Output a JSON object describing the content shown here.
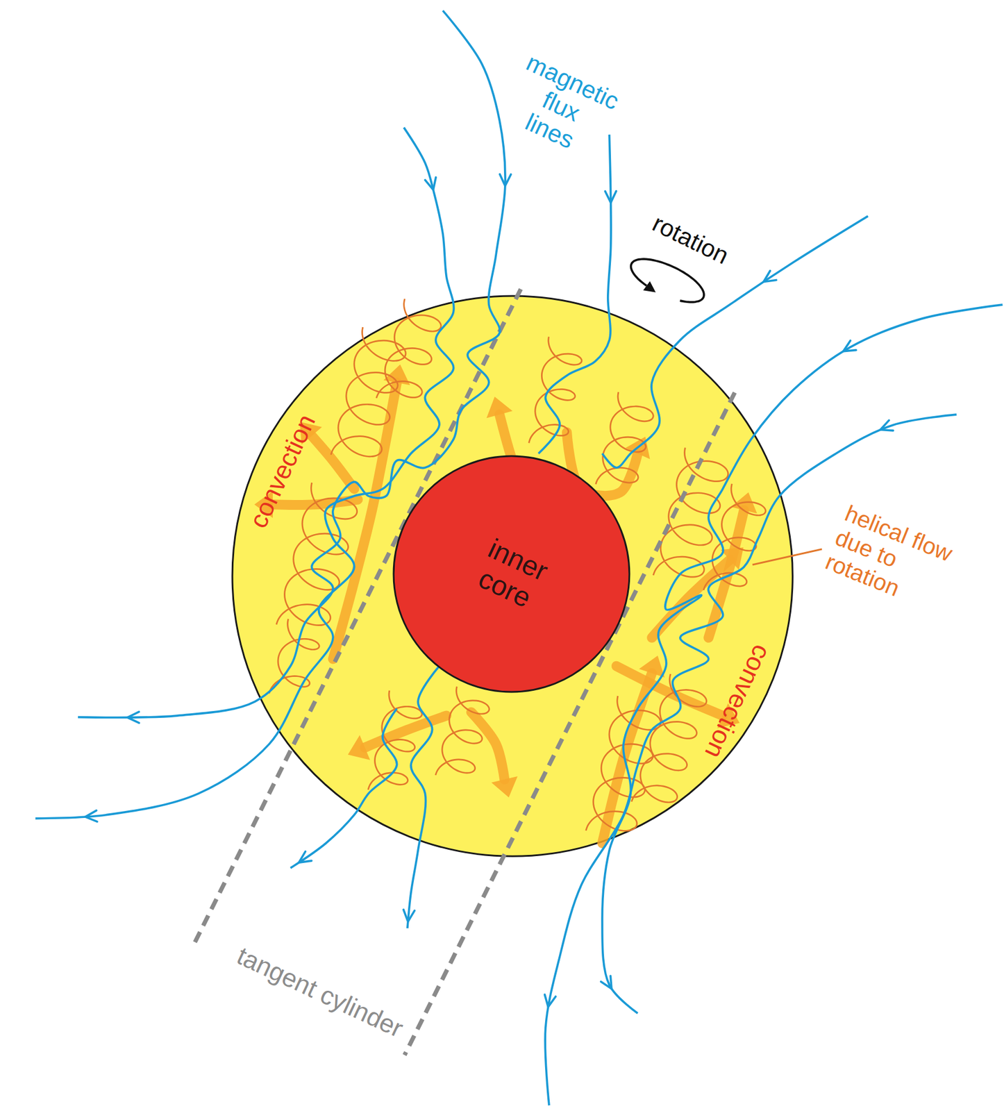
{
  "diagram": {
    "nodes": [
      {
        "text": [
          "convection",
          "convection"
        ]
      },
      {
        "text": [
          "inner core"
        ],
        "in": 0
      }
    ],
    "labels": [
      "magnetic flux lines",
      "rotation",
      "helical flow due to rotation",
      "tangent cylinder"
    ]
  }
}
